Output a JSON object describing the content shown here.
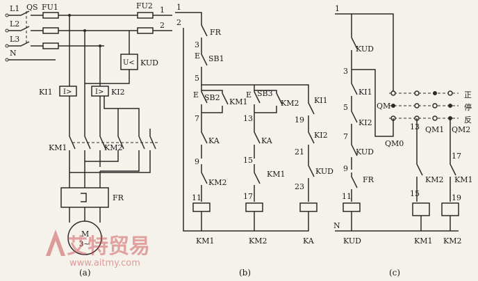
{
  "panel_a": {
    "lines": [
      "L1",
      "L2",
      "L3",
      "N"
    ],
    "qs": "QS",
    "fu1": "FU1",
    "fu2": "FU2",
    "term1": "1",
    "term2": "2",
    "ki1": "KI1",
    "ki2": "KI2",
    "kud": "KUD",
    "u_relay_symbol": "U<",
    "i_relay_symbol": "I>",
    "km1": "KM1",
    "km2": "KM2",
    "fr": "FR",
    "motor": "M",
    "motor_phase": "3~",
    "caption": "(a)"
  },
  "panel_b": {
    "nodes": [
      "1",
      "2",
      "3",
      "5",
      "7",
      "9",
      "11",
      "13",
      "15",
      "17",
      "19",
      "21",
      "23"
    ],
    "fr": "FR",
    "sb1": "SB1",
    "sb2": "SB2",
    "sb3": "SB3",
    "km1": "KM1",
    "km2": "KM2",
    "ki1": "KI1",
    "ki2": "KI2",
    "ka": "KA",
    "kud": "KUD",
    "e": "E",
    "coils": [
      "KM1",
      "KM2",
      "KA"
    ],
    "caption": "(b)"
  },
  "panel_c": {
    "nodes": [
      "1",
      "3",
      "5",
      "7",
      "9",
      "11",
      "13",
      "15",
      "17",
      "19"
    ],
    "n": "N",
    "kud": "KUD",
    "ki1": "KI1",
    "ki2": "KI2",
    "fr": "FR",
    "qm": "QM",
    "qm0": "QM0",
    "qm1": "QM1",
    "qm2": "QM2",
    "km1": "KM1",
    "km2": "KM2",
    "mode_labels": [
      "正",
      "停",
      "反"
    ],
    "coils": [
      "KUD",
      "KM1",
      "KM2"
    ],
    "caption": "(c)"
  },
  "watermark": {
    "brand": "艾特贸易",
    "url": "www.aitmy.com"
  }
}
